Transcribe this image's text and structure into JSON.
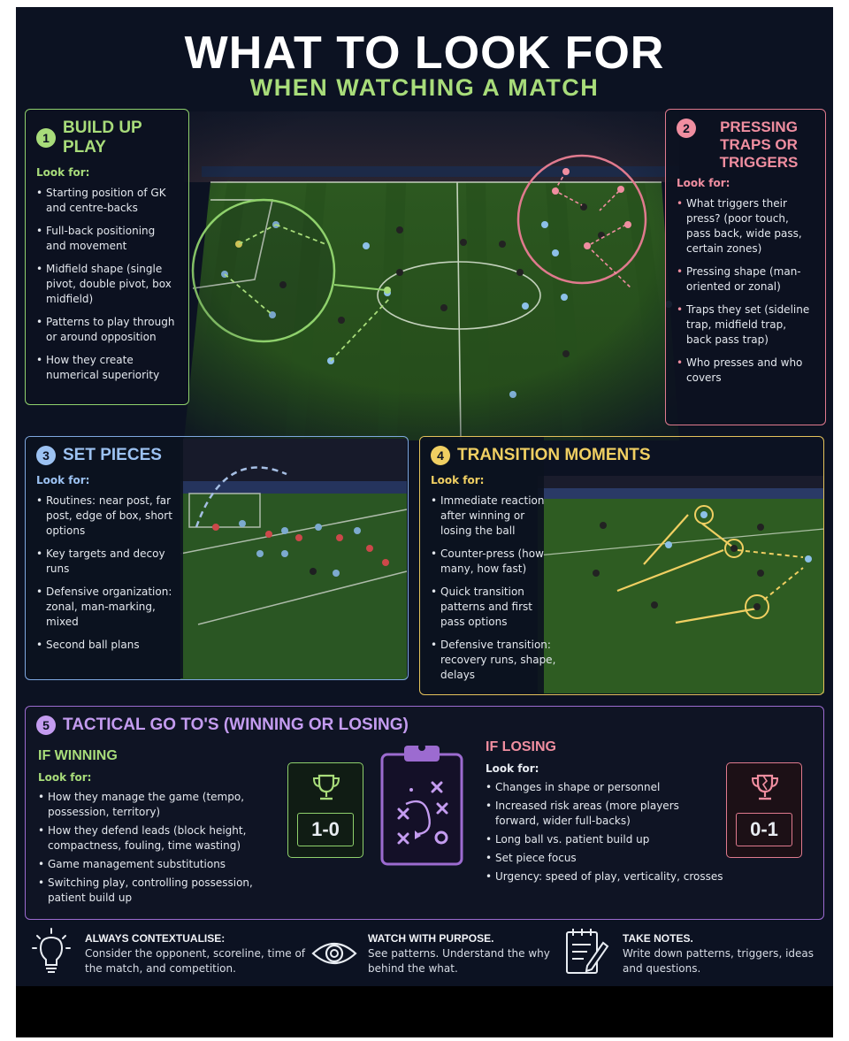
{
  "title": "WHAT TO LOOK FOR",
  "subtitle": "WHEN WATCHING A MATCH",
  "sections": {
    "build_up": {
      "number": "1",
      "title": "BUILD UP PLAY",
      "look_for": "Look for:",
      "items": [
        "Starting position of GK and centre-backs",
        "Full-back positioning and movement",
        "Midfield shape (single pivot, double pivot, box midfield)",
        "Patterns to play through or around opposition",
        "How they create numerical superiority"
      ]
    },
    "pressing": {
      "number": "2",
      "title": "PRESSING TRAPS OR TRIGGERS",
      "look_for": "Look for:",
      "items": [
        "What triggers their press? (poor touch, pass back, wide pass, certain zones)",
        "Pressing shape (man-oriented or zonal)",
        "Traps they set (sideline trap, midfield trap, back pass trap)",
        "Who presses and who covers"
      ]
    },
    "set_pieces": {
      "number": "3",
      "title": "SET PIECES",
      "look_for": "Look for:",
      "items": [
        "Routines: near post, far post, edge of box, short options",
        "Key targets and decoy runs",
        "Defensive organization: zonal, man-marking, mixed",
        "Second ball plans"
      ]
    },
    "transition": {
      "number": "4",
      "title": "TRANSITION MOMENTS",
      "look_for": "Look for:",
      "items": [
        "Immediate reaction after winning or losing the ball",
        "Counter-press (how many, how fast)",
        "Quick transition patterns and first pass options",
        "Defensive transition: recovery runs, shape, delays"
      ]
    },
    "tactical": {
      "number": "5",
      "title": "TACTICAL GO TO'S (WINNING OR LOSING)",
      "winning": {
        "title": "IF WINNING",
        "look_for": "Look for:",
        "items": [
          "How they manage the game (tempo, possession, territory)",
          "How they defend leads (block height, compactness, fouling, time wasting)",
          "Game management substitutions",
          "Switching play, controlling possession, patient build up"
        ],
        "score": "1-0"
      },
      "losing": {
        "title": "IF LOSING",
        "look_for": "Look for:",
        "items": [
          "Changes in shape or personnel",
          "Increased risk areas (more players forward, wider full-backs)",
          "Long ball vs. patient build up",
          "Set piece focus",
          "Urgency: speed of play, verticality, crosses"
        ],
        "score": "0-1"
      }
    }
  },
  "tips": [
    {
      "icon": "lightbulb-icon",
      "title": "ALWAYS CONTEXTUALISE:",
      "body": "Consider the opponent, scoreline, time of the match, and competition."
    },
    {
      "icon": "eye-icon",
      "title": "WATCH WITH PURPOSE.",
      "body": "See patterns. Understand the why behind the what."
    },
    {
      "icon": "notepad-icon",
      "title": "TAKE NOTES.",
      "body": "Write down patterns, triggers, ideas and questions."
    }
  ],
  "colors": {
    "background": "#0c1222",
    "green": "#a8dc7a",
    "pink": "#f08ea0",
    "blue": "#9cc2f2",
    "yellow": "#f0cf62",
    "purple": "#c49cf0",
    "pitch": "#2f5a22"
  }
}
